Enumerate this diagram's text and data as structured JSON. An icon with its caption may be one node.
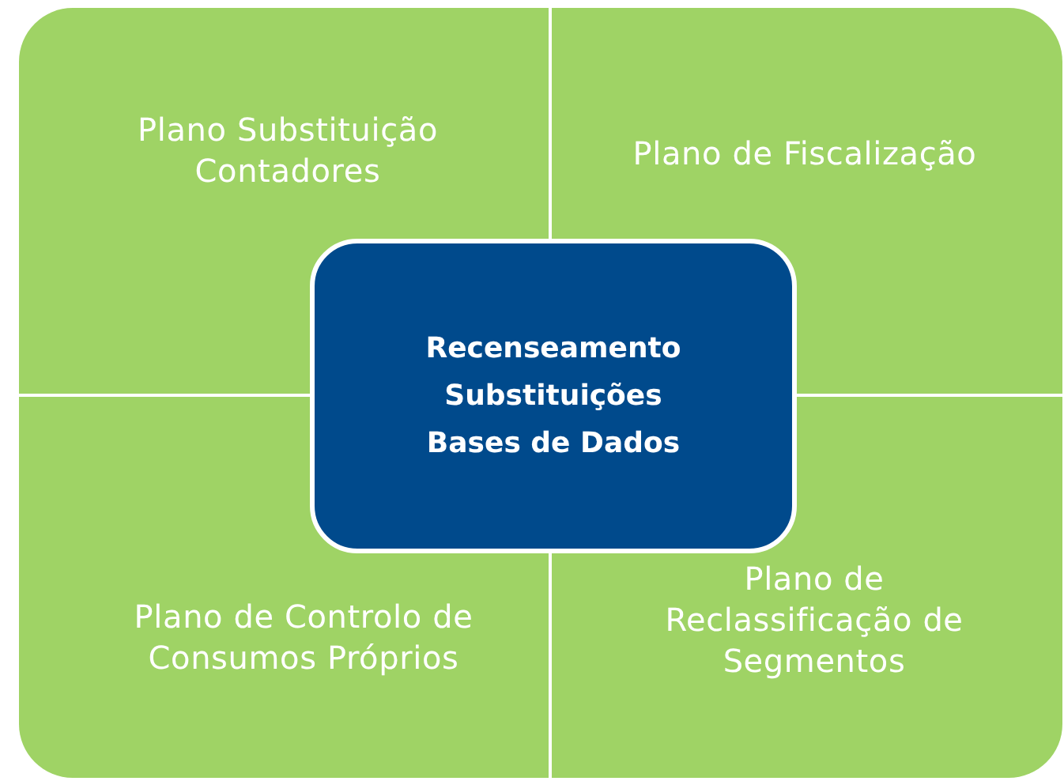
{
  "diagram": {
    "nodes": [
      {
        "text": [
          "Plano Substituição Contadores"
        ]
      },
      {
        "text": [
          "Plano de Fiscalização"
        ]
      },
      {
        "text": [
          "Plano de Controlo de Consumos Próprios"
        ]
      },
      {
        "text": [
          "Plano de Reclassificação de Segmentos"
        ]
      },
      {
        "text": [
          "Recenseamento",
          "Substituições",
          "Bases de Dados"
        ]
      }
    ]
  }
}
